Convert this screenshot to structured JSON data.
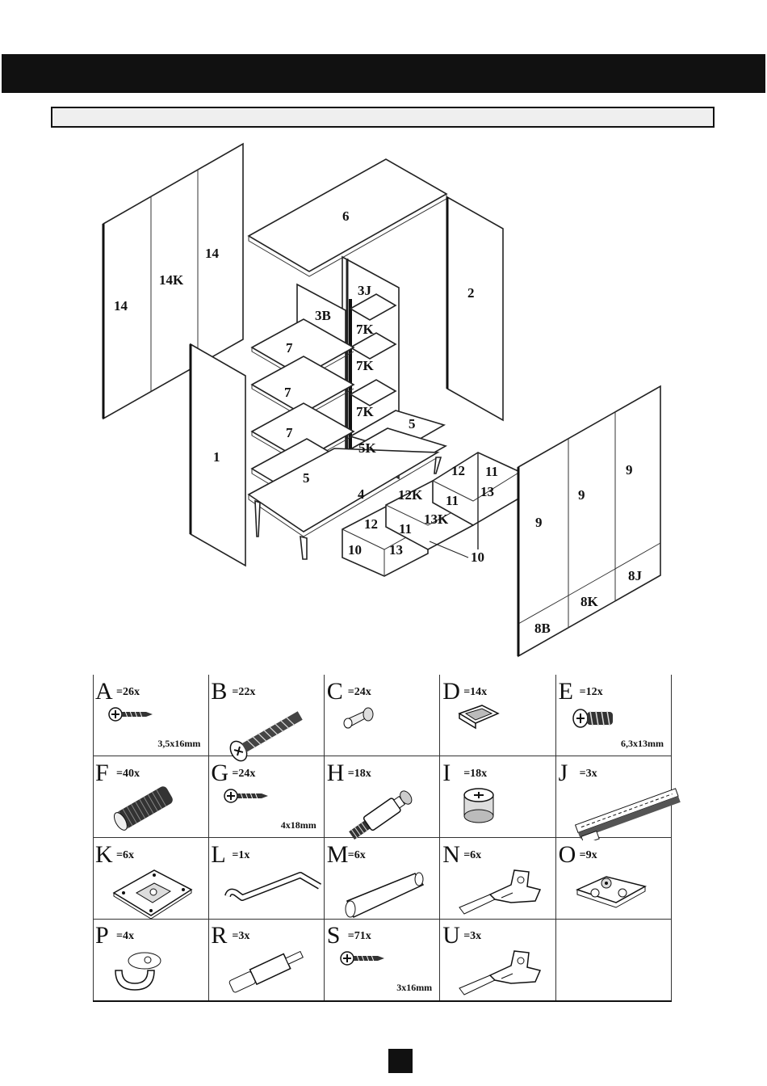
{
  "diagram": {
    "panel_labels": {
      "p14a": "14",
      "p14k": "14K",
      "p14b": "14",
      "p6": "6",
      "p2": "2",
      "p3j": "3J",
      "p3b": "3B",
      "p7a": "7",
      "p7b": "7",
      "p7c": "7",
      "p7ka": "7K",
      "p7kb": "7K",
      "p7kc": "7K",
      "p5a": "5",
      "p5k": "5K",
      "p5b": "5",
      "p4": "4",
      "p1": "1",
      "p12a": "12",
      "p11a": "11",
      "p13a": "13",
      "p12k": "12K",
      "p11b": "11",
      "p13k": "13K",
      "p12b": "12",
      "p11c": "11",
      "p10a": "10",
      "p13b": "13",
      "p10b": "10",
      "p9a": "9",
      "p9b": "9",
      "p9c": "9",
      "p8b": "8B",
      "p8k": "8K",
      "p8j": "8J"
    }
  },
  "hardware": [
    {
      "letter": "A",
      "qty": "=26x",
      "dim": "3,5x16mm",
      "icon": "screw-icon"
    },
    {
      "letter": "B",
      "qty": "=22x",
      "dim": "",
      "icon": "confirmat-screw-icon"
    },
    {
      "letter": "C",
      "qty": "=24x",
      "dim": "",
      "icon": "shelf-pin-icon"
    },
    {
      "letter": "D",
      "qty": "=14x",
      "dim": "",
      "icon": "clip-icon"
    },
    {
      "letter": "E",
      "qty": "=12x",
      "dim": "6,3x13mm",
      "icon": "euro-screw-icon"
    },
    {
      "letter": "F",
      "qty": "=40x",
      "dim": "",
      "icon": "dowel-icon"
    },
    {
      "letter": "G",
      "qty": "=24x",
      "dim": "4x18mm",
      "icon": "screw-icon"
    },
    {
      "letter": "H",
      "qty": "=18x",
      "dim": "",
      "icon": "cam-bolt-icon"
    },
    {
      "letter": "I",
      "qty": "=18x",
      "dim": "",
      "icon": "cam-lock-icon"
    },
    {
      "letter": "J",
      "qty": "=3x",
      "dim": "",
      "icon": "drawer-slide-icon"
    },
    {
      "letter": "K",
      "qty": "=6x",
      "dim": "",
      "icon": "mounting-plate-icon"
    },
    {
      "letter": "L",
      "qty": "=1x",
      "dim": "",
      "icon": "allen-key-icon"
    },
    {
      "letter": "M",
      "qty": "=6x",
      "dim": "",
      "icon": "leg-icon"
    },
    {
      "letter": "N",
      "qty": "=6x",
      "dim": "",
      "icon": "hinge-icon"
    },
    {
      "letter": "O",
      "qty": "=9x",
      "dim": "",
      "icon": "hinge-plate-icon"
    },
    {
      "letter": "P",
      "qty": "=4x",
      "dim": "",
      "icon": "rail-holder-icon"
    },
    {
      "letter": "R",
      "qty": "=3x",
      "dim": "",
      "icon": "push-latch-icon"
    },
    {
      "letter": "S",
      "qty": "=71x",
      "dim": "3x16mm",
      "icon": "screw-icon"
    },
    {
      "letter": "U",
      "qty": "=3x",
      "dim": "",
      "icon": "hinge-icon"
    }
  ]
}
